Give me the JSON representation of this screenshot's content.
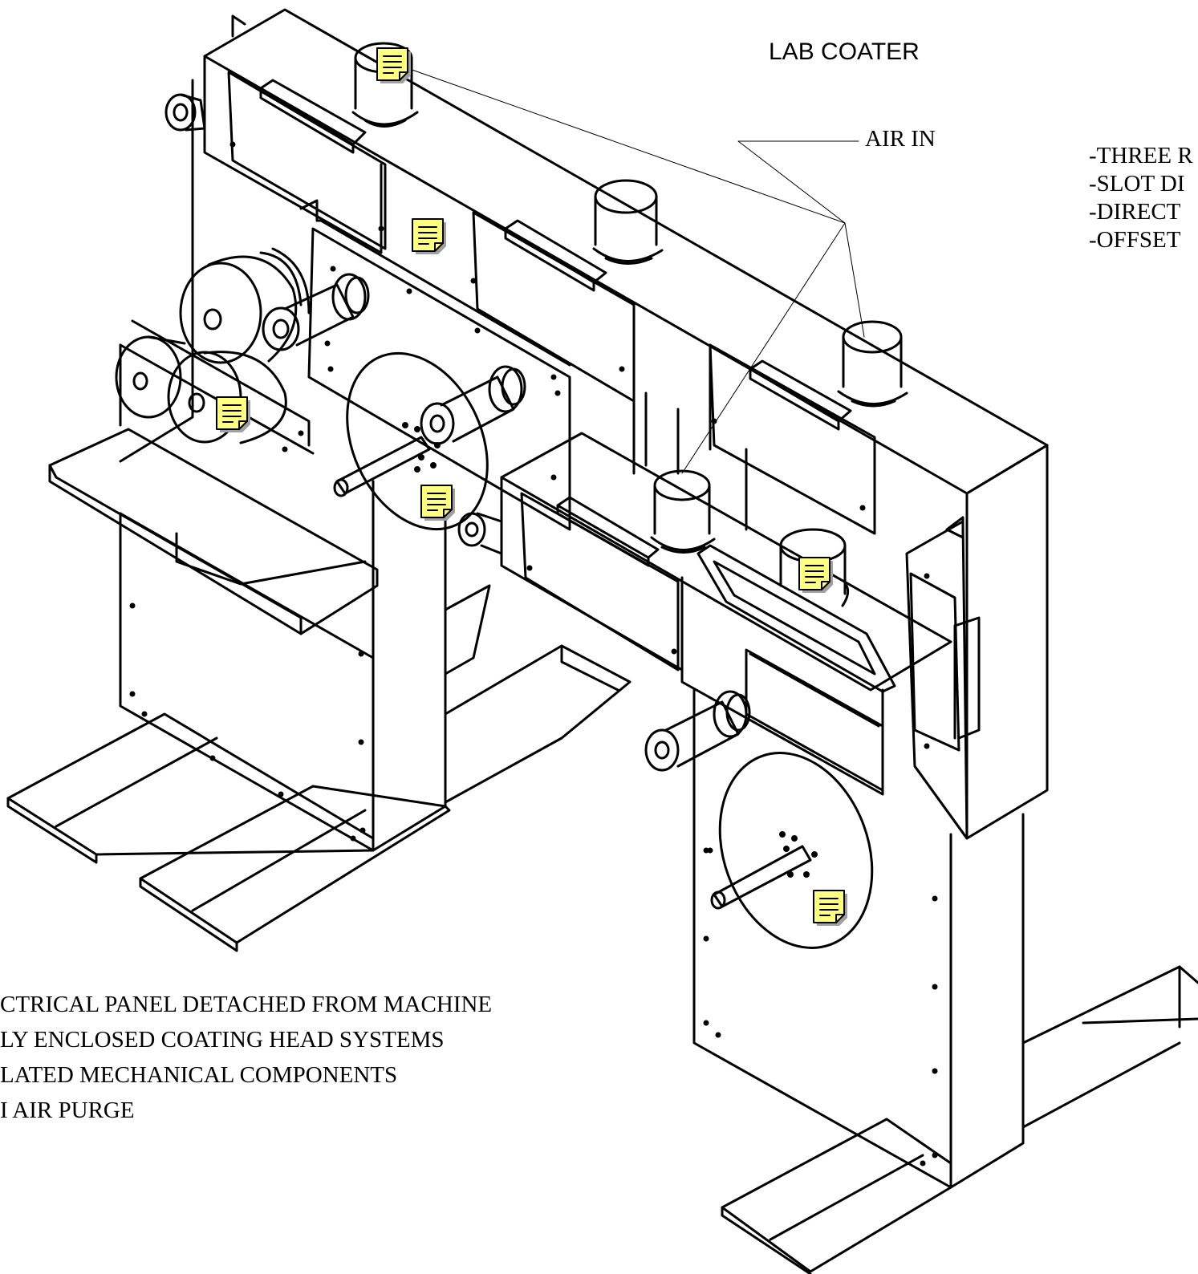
{
  "diagram": {
    "title": "LAB COATER",
    "callout_label": "AIR IN",
    "right_notes": [
      "-THREE R",
      "-SLOT DI",
      "-DIRECT",
      "-OFFSET"
    ],
    "bottom_notes": [
      "CTRICAL PANEL DETACHED FROM MACHINE",
      "LY ENCLOSED COATING HEAD SYSTEMS",
      "LATED MECHANICAL COMPONENTS",
      "I AIR PURGE"
    ],
    "note_icon": "sticky-note-icon",
    "colors": {
      "line": "#000000",
      "note_fill": "#ffff80",
      "note_shadow": "#a0a0a0"
    }
  }
}
